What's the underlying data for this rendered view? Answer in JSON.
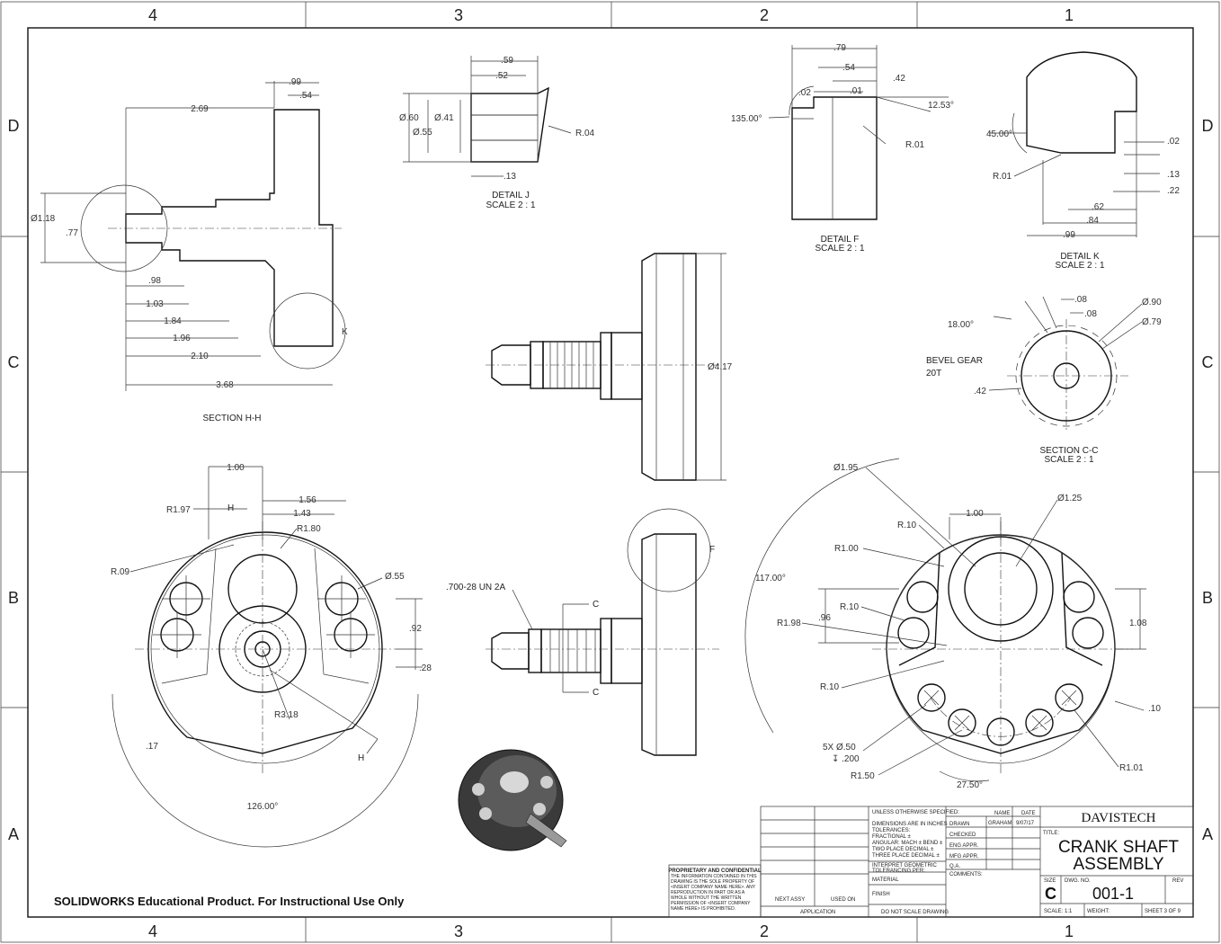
{
  "zones": {
    "columns": [
      "4",
      "3",
      "2",
      "1"
    ],
    "rows": [
      "D",
      "C",
      "B",
      "A"
    ]
  },
  "views": {
    "section_hh": {
      "label": "SECTION H-H",
      "dims": [
        "2.69",
        ".99",
        ".54",
        "Ø1.18",
        ".77",
        ".98",
        "1.03",
        "1.84",
        "1.96",
        "2.10",
        "3.68"
      ],
      "marker": "K"
    },
    "detail_j": {
      "label": "DETAIL J",
      "scale": "SCALE 2 : 1",
      "dims": [
        ".59",
        ".52",
        "Ø.60",
        "Ø.41",
        "Ø.55",
        ".13",
        "R.04"
      ]
    },
    "detail_f": {
      "label": "DETAIL F",
      "scale": "SCALE 2 : 1",
      "dims": [
        ".79",
        ".54",
        ".42",
        ".02",
        ".01",
        "12.53°",
        "135.00°",
        "R.01"
      ]
    },
    "detail_k": {
      "label": "DETAIL K",
      "scale": "SCALE 2 : 1",
      "dims": [
        "45.00°",
        "R.01",
        ".02",
        ".13",
        ".22",
        ".62",
        ".84",
        ".99"
      ]
    },
    "front_view": {
      "dims": [
        "Ø4.17"
      ]
    },
    "section_cc": {
      "label": "SECTION C-C",
      "scale": "SCALE 2 : 1",
      "gear_label": "BEVEL GEAR",
      "gear_teeth": "20T",
      "dims": [
        ".08",
        ".08",
        "Ø.90",
        "Ø.79",
        "18.00°",
        ".42"
      ]
    },
    "left_view": {
      "dims": [
        "1.00",
        "1.56",
        "1.43",
        "R1.97",
        "R1.80",
        "R.09",
        "Ø.55",
        ".92",
        ".28",
        "R3.18",
        ".17",
        "126.00°"
      ],
      "cut_letter": "H"
    },
    "mid_view": {
      "thread": ".700-28 UN 2A",
      "cut_letter": "C",
      "detail_letter": "F"
    },
    "right_view": {
      "dims": [
        "Ø1.95",
        "Ø1.25",
        "1.00",
        "R.10",
        "R1.00",
        "117.00°",
        "R.10",
        "R1.98",
        ".96",
        "1.08",
        "R.10",
        ".10",
        "5X",
        "Ø.50",
        "↧ .200",
        "R1.50",
        "27.50°",
        "R1.01"
      ]
    }
  },
  "watermark": "SOLIDWORKS Educational Product. For Instructional Use Only",
  "title_block": {
    "company": "DAVISTECH",
    "title_label": "TITLE:",
    "title_line1": "CRANK SHAFT",
    "title_line2": "ASSEMBLY",
    "size_label": "SIZE",
    "size": "C",
    "dwg_label": "DWG.  NO.",
    "dwg_no": "001-1",
    "rev_label": "REV",
    "scale": "SCALE: 1:1",
    "weight": "WEIGHT:",
    "sheet": "SHEET 3 OF 9",
    "unless": "UNLESS OTHERWISE SPECIFIED:",
    "name_col": "NAME",
    "date_col": "DATE",
    "drawn": "DRAWN",
    "drawn_name": "GRAHAM",
    "drawn_date": "9/07/17",
    "checked": "CHECKED",
    "eng_appr": "ENG APPR.",
    "mfg_appr": "MFG APPR.",
    "qa": "Q.A.",
    "comments": "COMMENTS:",
    "dims_in": "DIMENSIONS ARE IN INCHES",
    "tolerances": "TOLERANCES:",
    "fractional": "FRACTIONAL ±",
    "angular": "ANGULAR: MACH ±    BEND ±",
    "two_place": "TWO PLACE DECIMAL    ±",
    "three_place": "THREE PLACE DECIMAL  ±",
    "interpret": "INTERPRET GEOMETRIC",
    "toleranc_per": "TOLERANCING PER:",
    "material": "MATERIAL",
    "finish": "FINISH",
    "no_scale": "DO NOT SCALE DRAWING",
    "next_assy": "NEXT ASSY",
    "used_on": "USED ON",
    "application": "APPLICATION",
    "proprietary": "PROPRIETARY AND CONFIDENTIAL",
    "prop_text": "THE INFORMATION CONTAINED IN THIS DRAWING IS THE SOLE PROPERTY OF <INSERT COMPANY NAME HERE>. ANY REPRODUCTION IN PART OR AS A WHOLE WITHOUT THE WRITTEN PERMISSION OF <INSERT COMPANY NAME HERE> IS PROHIBITED."
  }
}
